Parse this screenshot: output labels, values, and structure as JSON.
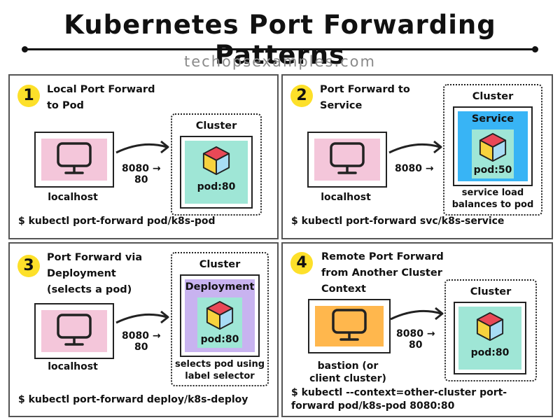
{
  "header": {
    "title": "Kubernetes Port Forwarding Patterns",
    "subtitle": "techopsexamples.com"
  },
  "colors": {
    "badge": "#fde02a",
    "localhost": "#f4c6da",
    "bastion": "#ffb74d",
    "pod_area": "#9fe6d6",
    "service": "#38b4f5",
    "deployment": "#c8b3f0",
    "cube_top": "#e94857",
    "cube_left": "#f7d23e",
    "cube_right": "#a8dcf5"
  },
  "icons": [
    "monitor-icon",
    "cube-icon",
    "arrow-icon"
  ],
  "panels": [
    {
      "number": "1",
      "title_lines": [
        "Local Port Forward",
        "to Pod"
      ],
      "source_label": "localhost",
      "ports": [
        "8080 →",
        "80"
      ],
      "cluster_label": "Cluster",
      "pod_label": "pod:80",
      "command": "$ kubectl port-forward pod/k8s-pod"
    },
    {
      "number": "2",
      "title_lines": [
        "Port Forward to",
        "Service"
      ],
      "source_label": "localhost",
      "ports": [
        "8080 →"
      ],
      "cluster_label": "Cluster",
      "service_label": "Service",
      "pod_label": "pod:50",
      "note_lines": [
        "service load",
        "balances to pod"
      ],
      "command": "$ kubectl port-forward svc/k8s-service"
    },
    {
      "number": "3",
      "title_lines": [
        "Port Forward via",
        "Deployment",
        "(selects a pod)"
      ],
      "source_label": "localhost",
      "ports": [
        "8080 →",
        "80"
      ],
      "cluster_label": "Cluster",
      "deployment_label": "Deployment",
      "pod_label": "pod:80",
      "note_lines": [
        "selects pod using",
        "label selector"
      ],
      "command": "$ kubectl port-forward deploy/k8s-deploy"
    },
    {
      "number": "4",
      "title_lines": [
        "Remote Port Forward",
        "from Another Cluster",
        "Context"
      ],
      "source_label_lines": [
        "bastion (or",
        "client cluster)"
      ],
      "ports": [
        "8080 →",
        "80"
      ],
      "cluster_label": "Cluster",
      "pod_label": "pod:80",
      "command_lines": [
        "$ kubectl --context=other-cluster port-",
        "forward pod/k8s-pod 8080:80"
      ]
    }
  ]
}
